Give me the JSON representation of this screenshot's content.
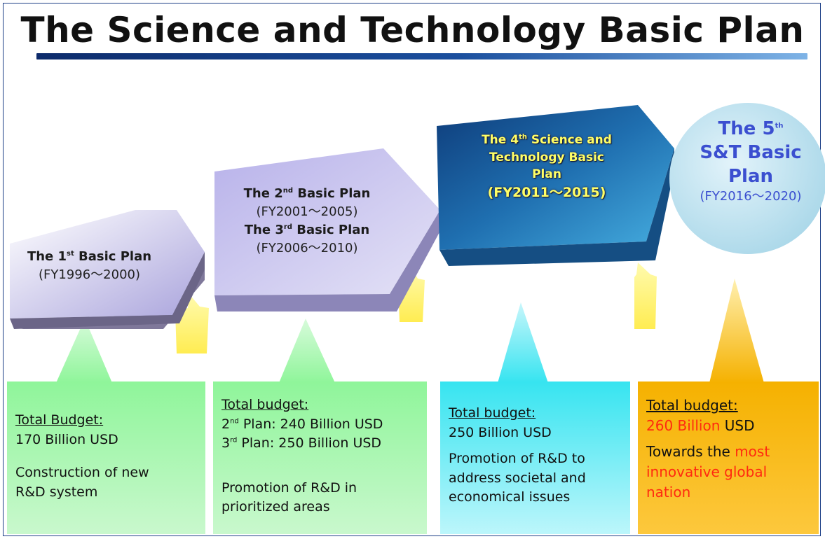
{
  "title": "The Science and Technology Basic Plan",
  "plans": {
    "p1": {
      "ordinal": "1",
      "sup": "st",
      "name_suffix": " Basic Plan",
      "period": "(FY1996～2000)"
    },
    "p2": {
      "ordinal": "2",
      "sup": "nd",
      "name_suffix": " Basic Plan",
      "period": "(FY2001～2005)"
    },
    "p3": {
      "ordinal": "3",
      "sup": "rd",
      "name_suffix": " Basic Plan",
      "period": "(FY2006～2010)"
    },
    "p4": {
      "ordinal": "4",
      "sup": "th",
      "line1_suffix": " Science and",
      "line2": "Technology Basic",
      "line3": "Plan",
      "period": "(FY2011～2015)"
    },
    "p5": {
      "ordinal": "5",
      "sup": "th",
      "line2": "S&T Basic",
      "line3": "Plan",
      "period": "(FY2016～2020)"
    }
  },
  "boxes": {
    "b1": {
      "heading": "Total Budget:",
      "budget": "170 Billion USD",
      "desc1": "Construction of new",
      "desc2": "R&D system"
    },
    "b2": {
      "heading": "Total budget:",
      "line1_sup": "nd",
      "line1": " Plan: 240 Billion USD",
      "line2_sup": "rd",
      "line2": " Plan: 250 Billion USD",
      "desc1": "Promotion of R&D in",
      "desc2": "prioritized areas"
    },
    "b3": {
      "heading": "Total budget:",
      "budget": "250 Billion USD",
      "desc1": "Promotion of R&D to",
      "desc2": "address societal and",
      "desc3": "economical issues"
    },
    "b4": {
      "heading": "Total budget:",
      "budget_red": "260 Billion",
      "budget_unit": " USD",
      "desc_black": "Towards the ",
      "desc_red1": "most",
      "desc_red2": "innovative global",
      "desc_red3": "nation"
    }
  },
  "colors": {
    "title_rule": "#1b4f9e",
    "green_box": "#8ff59a",
    "cyan_box": "#36e4f0",
    "orange_box": "#f5b100",
    "arrow_purple": "#9c94d8",
    "arrow_blue": "#1f78b8",
    "circle_blue": "#b6dceb",
    "highlight_red": "#ff2a10"
  }
}
